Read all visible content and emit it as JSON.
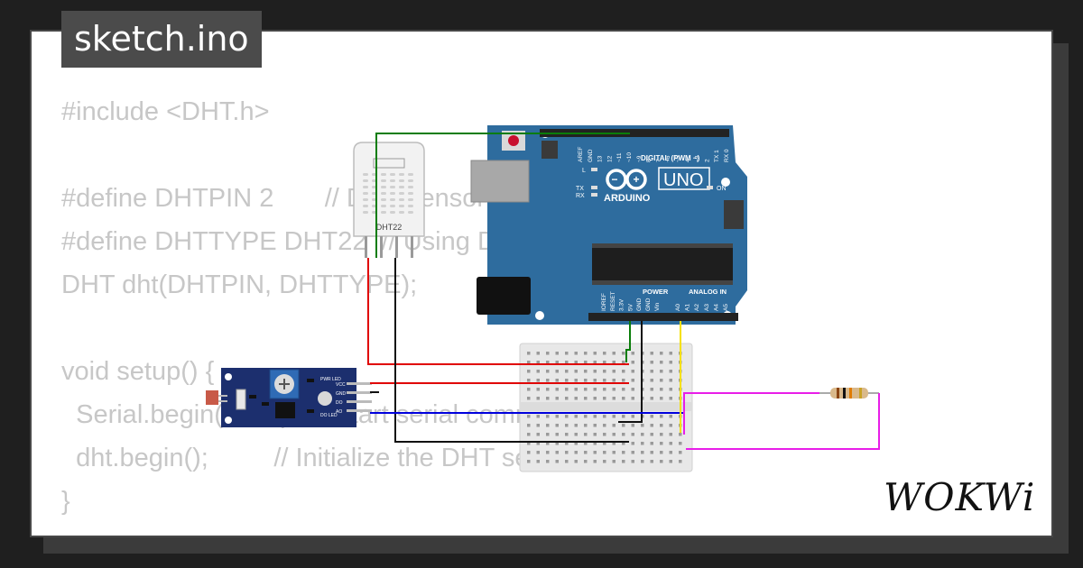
{
  "header": {
    "title": "sketch.ino"
  },
  "code_lines": [
    "#include <DHT.h>",
    "",
    "#define DHTPIN 2       // DHT sensor connected to pin 2",
    "#define DHTTYPE DHT22  // Using DHT22 sensor",
    "DHT dht(DHTPIN, DHTTYPE);",
    "",
    "void setup() {",
    "  Serial.begin(9600);  // Start serial communication",
    "  dht.begin();         // Initialize the DHT sensor",
    "}"
  ],
  "arduino": {
    "brand": "ARDUINO",
    "model": "UNO",
    "digital_header": "DIGITAL (PWM ~)",
    "power_header": "POWER",
    "analog_header": "ANALOG IN",
    "digital_pins": [
      "AREF",
      "GND",
      "13",
      "12",
      "~11",
      "~10",
      "~9",
      "8",
      "7",
      "~6",
      "~5",
      "4",
      "~3",
      "2",
      "TX 1",
      "RX 0"
    ],
    "power_pins": [
      "IOREF",
      "RESET",
      "3.3V",
      "5V",
      "GND",
      "GND",
      "Vin"
    ],
    "analog_pins": [
      "A0",
      "A1",
      "A2",
      "A3",
      "A4",
      "A5"
    ],
    "leds": [
      "L",
      "TX",
      "RX",
      "ON"
    ]
  },
  "dht_sensor": {
    "label": "DHT22"
  },
  "ldr_module": {
    "labels": [
      "PWR LED",
      "VCC",
      "GND",
      "DO",
      "AO",
      "DO LED"
    ]
  },
  "brand_logo": "WOKWi",
  "colors": {
    "board": "#2e6c9e",
    "wire_green": "#0a7d0a",
    "wire_red": "#e00000",
    "wire_black": "#111111",
    "wire_blue": "#0000dd",
    "wire_yellow": "#f5e000",
    "wire_magenta": "#e81ee8",
    "code_text": "#c7c7c7"
  }
}
